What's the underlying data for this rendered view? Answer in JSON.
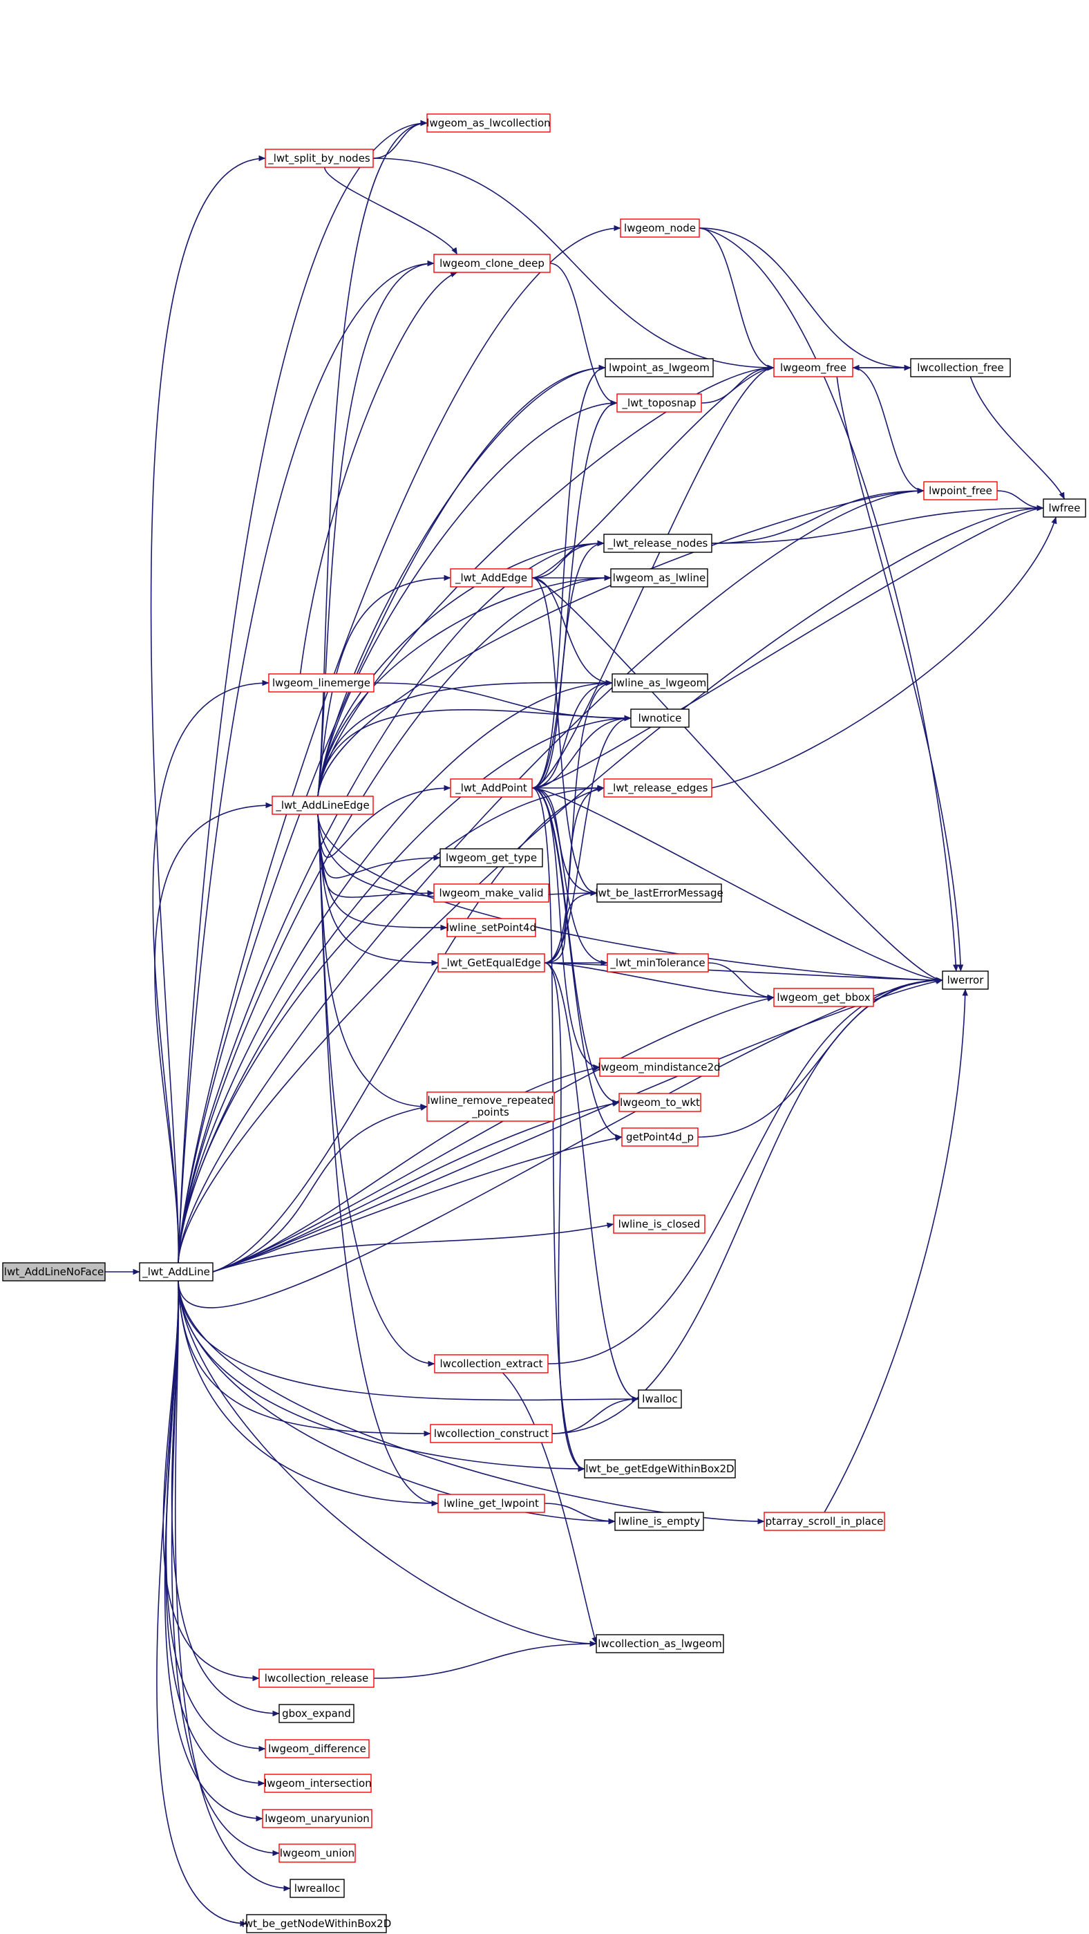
{
  "graph": {
    "colors": {
      "edge": "#191970",
      "normal_border": "#000000",
      "link_border": "#ff0000",
      "root_fill": "#bfbfbf",
      "node_fill": "#ffffff"
    },
    "nodes": [
      {
        "id": "root",
        "label": "lwt_AddLineNoFace",
        "style": "root"
      },
      {
        "id": "addline",
        "label": "_lwt_AddLine",
        "style": "normal"
      },
      {
        "id": "as_lwcoll",
        "label": "lwgeom_as_lwcollection",
        "style": "link"
      },
      {
        "id": "split_nodes",
        "label": "_lwt_split_by_nodes",
        "style": "link"
      },
      {
        "id": "lwgeom_node",
        "label": "lwgeom_node",
        "style": "link"
      },
      {
        "id": "clone_deep",
        "label": "lwgeom_clone_deep",
        "style": "link"
      },
      {
        "id": "lwgeom_free",
        "label": "lwgeom_free",
        "style": "link"
      },
      {
        "id": "lwcoll_free",
        "label": "lwcollection_free",
        "style": "normal"
      },
      {
        "id": "lwpoint_as_lwgeom",
        "label": "lwpoint_as_lwgeom",
        "style": "normal"
      },
      {
        "id": "toposnap",
        "label": "_lwt_toposnap",
        "style": "link"
      },
      {
        "id": "lwpoint_free",
        "label": "lwpoint_free",
        "style": "link"
      },
      {
        "id": "lwfree",
        "label": "lwfree",
        "style": "normal"
      },
      {
        "id": "release_nodes",
        "label": "_lwt_release_nodes",
        "style": "normal"
      },
      {
        "id": "addedge",
        "label": "_lwt_AddEdge",
        "style": "link"
      },
      {
        "id": "as_lwline",
        "label": "lwgeom_as_lwline",
        "style": "normal"
      },
      {
        "id": "linemerge",
        "label": "lwgeom_linemerge",
        "style": "link"
      },
      {
        "id": "lwline_as_lwgeom",
        "label": "lwline_as_lwgeom",
        "style": "normal"
      },
      {
        "id": "lwnotice",
        "label": "lwnotice",
        "style": "normal"
      },
      {
        "id": "addlineedge",
        "label": "_lwt_AddLineEdge",
        "style": "link"
      },
      {
        "id": "addpoint",
        "label": "_lwt_AddPoint",
        "style": "link"
      },
      {
        "id": "release_edges",
        "label": "_lwt_release_edges",
        "style": "link"
      },
      {
        "id": "get_type",
        "label": "lwgeom_get_type",
        "style": "normal"
      },
      {
        "id": "make_valid",
        "label": "lwgeom_make_valid",
        "style": "link"
      },
      {
        "id": "lasterr",
        "label": "lwt_be_lastErrorMessage",
        "style": "normal"
      },
      {
        "id": "setpoint4d",
        "label": "lwline_setPoint4d",
        "style": "link"
      },
      {
        "id": "getequaledge",
        "label": "_lwt_GetEqualEdge",
        "style": "link"
      },
      {
        "id": "mintol",
        "label": "_lwt_minTolerance",
        "style": "link"
      },
      {
        "id": "lwerror",
        "label": "lwerror",
        "style": "normal"
      },
      {
        "id": "get_bbox",
        "label": "lwgeom_get_bbox",
        "style": "link"
      },
      {
        "id": "mindist",
        "label": "lwgeom_mindistance2d",
        "style": "link"
      },
      {
        "id": "remove_rep",
        "label": "lwline_remove_repeated",
        "label2": "_points",
        "style": "link"
      },
      {
        "id": "to_wkt",
        "label": "lwgeom_to_wkt",
        "style": "link"
      },
      {
        "id": "getpoint4d",
        "label": "getPoint4d_p",
        "style": "link"
      },
      {
        "id": "is_closed",
        "label": "lwline_is_closed",
        "style": "link"
      },
      {
        "id": "coll_extract",
        "label": "lwcollection_extract",
        "style": "link"
      },
      {
        "id": "lwalloc",
        "label": "lwalloc",
        "style": "normal"
      },
      {
        "id": "coll_construct",
        "label": "lwcollection_construct",
        "style": "link"
      },
      {
        "id": "edgewithinbox",
        "label": "lwt_be_getEdgeWithinBox2D",
        "style": "normal"
      },
      {
        "id": "get_lwpoint",
        "label": "lwline_get_lwpoint",
        "style": "link"
      },
      {
        "id": "is_empty",
        "label": "lwline_is_empty",
        "style": "normal"
      },
      {
        "id": "scroll",
        "label": "ptarray_scroll_in_place",
        "style": "link"
      },
      {
        "id": "coll_as_lwgeom",
        "label": "lwcollection_as_lwgeom",
        "style": "normal"
      },
      {
        "id": "coll_release",
        "label": "lwcollection_release",
        "style": "link"
      },
      {
        "id": "gbox_expand",
        "label": "gbox_expand",
        "style": "normal"
      },
      {
        "id": "difference",
        "label": "lwgeom_difference",
        "style": "link"
      },
      {
        "id": "intersection",
        "label": "lwgeom_intersection",
        "style": "link"
      },
      {
        "id": "unaryunion",
        "label": "lwgeom_unaryunion",
        "style": "link"
      },
      {
        "id": "union",
        "label": "lwgeom_union",
        "style": "link"
      },
      {
        "id": "lwrealloc",
        "label": "lwrealloc",
        "style": "normal"
      },
      {
        "id": "nodewithinbox",
        "label": "lwt_be_getNodeWithinBox2D",
        "style": "normal"
      }
    ]
  }
}
